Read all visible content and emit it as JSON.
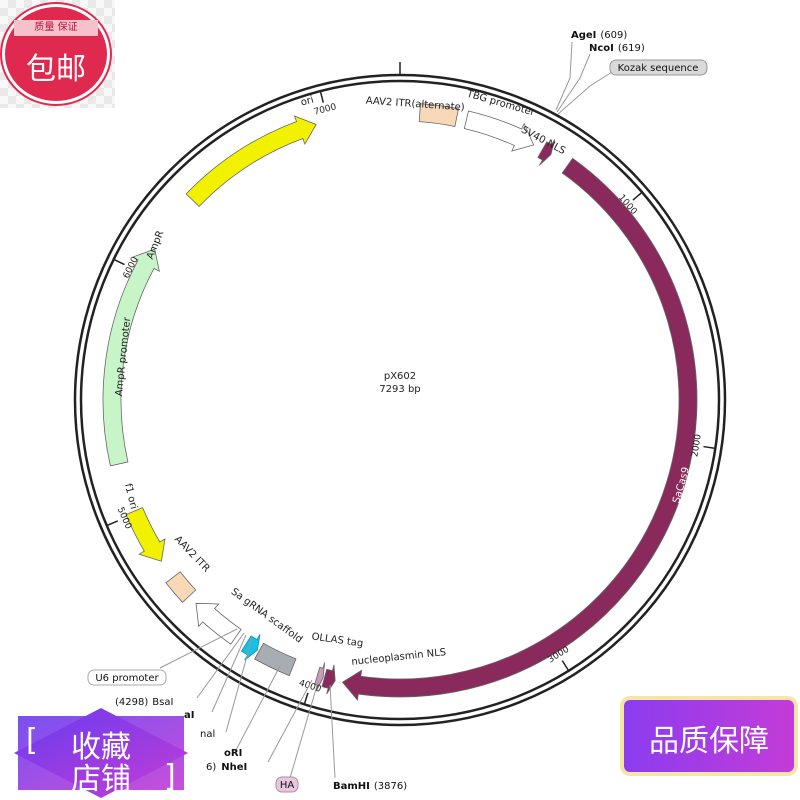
{
  "plasmid": {
    "name": "pX602",
    "size_label": "7293 bp",
    "length_bp": 7293
  },
  "features": [
    {
      "name": "SaCas9",
      "start": 720,
      "end": 3880,
      "strand": 1,
      "color": "#8a2a5c",
      "track": "inner"
    },
    {
      "name": "ori",
      "start": 6360,
      "end": 6950,
      "strand": 1,
      "color": "#f2f200",
      "track": "inner"
    },
    {
      "name": "AmpR",
      "start": 5210,
      "end": 6110,
      "strand": 1,
      "color": "#c8f5c8",
      "track": "inner"
    },
    {
      "name": "f1 ori",
      "start": 4780,
      "end": 5010,
      "strand": -1,
      "color": "#f2f200",
      "track": "inner"
    },
    {
      "name": "AAV2 ITR(alternate)",
      "start": 80,
      "end": 230,
      "strand": 0,
      "color": "#f9d8b8",
      "track": "inner"
    },
    {
      "name": "TBG promoter",
      "start": 270,
      "end": 560,
      "strand": 1,
      "color": "#ffffff",
      "track": "inner"
    },
    {
      "name": "SV40 NLS",
      "start": 600,
      "end": 640,
      "strand": 1,
      "color": "#8a2a5c",
      "track": "inner"
    },
    {
      "name": "AAV2 ITR",
      "start": 4600,
      "end": 4700,
      "strand": 0,
      "color": "#f9d8b8",
      "track": "inner"
    },
    {
      "name": "U6 promoter",
      "start": 4350,
      "end": 4560,
      "strand": 1,
      "color": "#ffffff",
      "track": "inner"
    },
    {
      "name": "Sa gRNA scaffold",
      "start": 4090,
      "end": 4240,
      "strand": 0,
      "color": "#a8adb4",
      "track": "inner"
    },
    {
      "name": "OLLAS tag",
      "start": 3960,
      "end": 3985,
      "strand": -1,
      "color": "#c89bb8",
      "track": "inner"
    },
    {
      "name": "nucleoplasmin NLS",
      "start": 3910,
      "end": 3955,
      "strand": -1,
      "color": "#8a2a5c",
      "track": "inner"
    }
  ],
  "gRNA_site": {
    "start": 4248,
    "end": 4300,
    "color": "#17c1e6"
  },
  "feature_labels": {
    "ori": "ori",
    "AmpR": "AmpR",
    "AmpR_promoter": "AmpR promoter",
    "f1_ori": "f1 ori",
    "AAV2_ITR_alt": "AAV2 ITR(alternate)",
    "TBG_promoter": "TBG promoter",
    "SV40_NLS": "SV40 NLS",
    "SaCas9": "SaCas9",
    "AAV2_ITR": "AAV2 ITR",
    "Sa_gRNA_scaffold": "Sa gRNA scaffold",
    "OLLAS_tag": "OLLAS tag",
    "nucleoplasmin_NLS": "nucleoplasmin NLS"
  },
  "sites": {
    "AgeI": {
      "name": "AgeI",
      "pos": "(609)"
    },
    "NcoI": {
      "name": "NcoI",
      "pos": "(619)"
    },
    "Kozak": {
      "name": "Kozak sequence"
    },
    "U6": {
      "name": "U6 promoter"
    },
    "BsaI": {
      "name": "BsaI",
      "pos": "(4298)"
    },
    "aI": {
      "name": "aI"
    },
    "nal": {
      "name": "nal"
    },
    "oRI": {
      "name": "oRI"
    },
    "NheI": {
      "name": "NheI",
      "pos": "6)"
    },
    "HA": {
      "name": "HA"
    },
    "BamHI": {
      "name": "BamHI",
      "pos": "(3876)"
    }
  },
  "ticks": [
    {
      "bp": 1000,
      "label": "1000"
    },
    {
      "bp": 2000,
      "label": "2000"
    },
    {
      "bp": 3000,
      "label": "3000"
    },
    {
      "bp": 4000,
      "label": "4000"
    },
    {
      "bp": 5000,
      "label": "5000"
    },
    {
      "bp": 6000,
      "label": "6000"
    },
    {
      "bp": 7000,
      "label": "7000"
    }
  ],
  "badges": {
    "top_ribbon": "质量  保证",
    "top_big": "包邮",
    "store_line1": "收藏",
    "store_line2": "店铺",
    "quality": "品质保障"
  },
  "colors": {
    "backbone": "#222222",
    "SaCas9": "#8a2a5c",
    "ori": "#f2f200",
    "AmpR": "#c8f5c8",
    "ITR": "#f9d8b8",
    "gRNA": "#17c1e6",
    "scaffold": "#a8adb4"
  }
}
